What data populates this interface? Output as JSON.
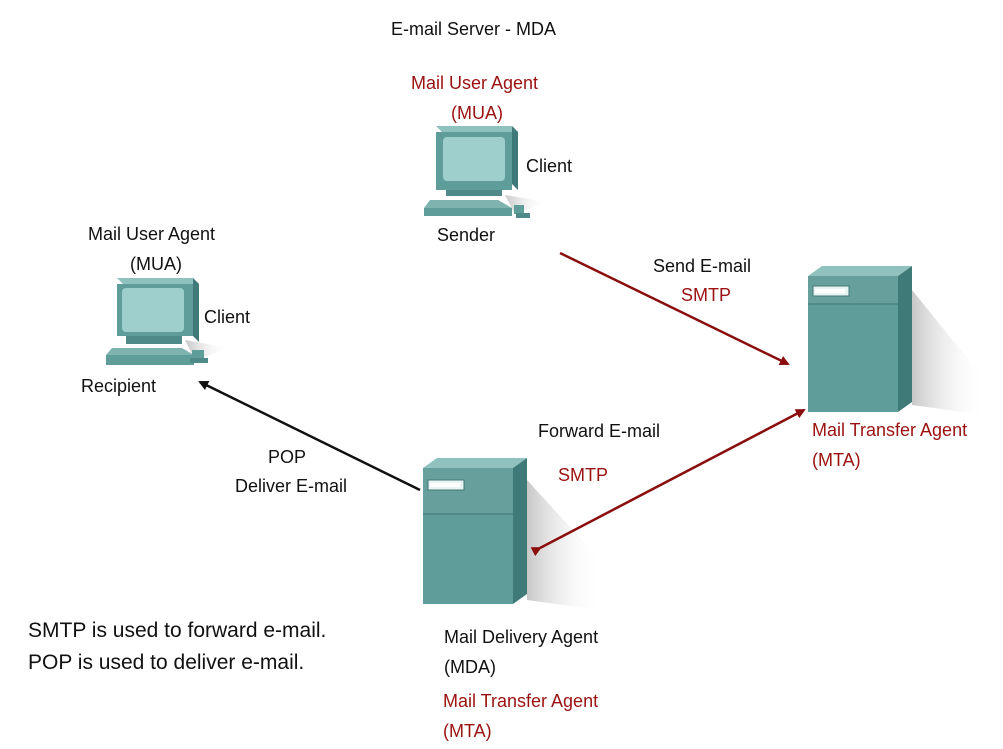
{
  "title": "E-mail Server - MDA",
  "colors": {
    "red_text": "#9b1111",
    "red_arrow": "#8b0e0e",
    "black_arrow": "#111111",
    "device_teal": "#5f9d9b",
    "device_teal_dark": "#3f7a78",
    "screen": "#9fcfcc"
  },
  "sender": {
    "role_line1": "Mail User Agent",
    "role_line2": "(MUA)",
    "type": "Client",
    "name": "Sender",
    "icon": "computer-icon"
  },
  "recipient": {
    "role_line1": "Mail User Agent",
    "role_line2": "(MUA)",
    "type": "Client",
    "name": "Recipient",
    "icon": "computer-icon"
  },
  "mta": {
    "line1": "Mail Transfer Agent",
    "line2": "(MTA)",
    "icon": "server-icon"
  },
  "mda": {
    "line1": "Mail Delivery Agent",
    "line2": "(MDA)",
    "line3": "Mail Transfer Agent",
    "line4": "(MTA)",
    "icon": "server-icon"
  },
  "links": {
    "send": {
      "label": "Send E-mail",
      "protocol": "SMTP"
    },
    "forward": {
      "label": "Forward E-mail",
      "protocol": "SMTP"
    },
    "deliver": {
      "protocol": "POP",
      "label": "Deliver E-mail"
    }
  },
  "notes": {
    "line1": "SMTP is used to forward e-mail.",
    "line2": "POP is used to deliver e-mail."
  }
}
